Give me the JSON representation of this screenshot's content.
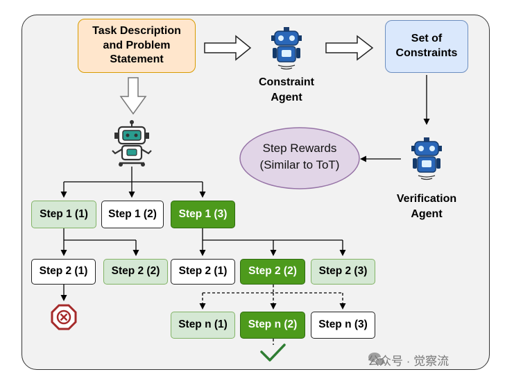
{
  "task_box": {
    "line1": "Task Description",
    "line2": "and Problem",
    "line3": "Statement"
  },
  "constraints_box": {
    "line1": "Set of",
    "line2": "Constraints"
  },
  "constraint_agent": {
    "line1": "Constraint",
    "line2": "Agent"
  },
  "verification_agent": {
    "line1": "Verification",
    "line2": "Agent"
  },
  "step_rewards": {
    "line1": "Step Rewards",
    "line2": "(Similar to ToT)"
  },
  "steps": {
    "s1_1": "Step 1 (1)",
    "s1_2": "Step 1 (2)",
    "s1_3": "Step 1 (3)",
    "s2_a1": "Step 2 (1)",
    "s2_a2": "Step 2 (2)",
    "s2_b1": "Step 2 (1)",
    "s2_b2": "Step 2 (2)",
    "s2_b3": "Step 2 (3)",
    "sn_1": "Step n (1)",
    "sn_2": "Step n (2)",
    "sn_3": "Step n (3)"
  },
  "watermark": "公众号 · 觉察流",
  "colors": {
    "task_fill": "#ffe6cc",
    "task_border": "#d79b00",
    "constraints_fill": "#dae8fc",
    "constraints_border": "#6c8ebf",
    "ellipse_fill": "#e1d5e7",
    "ellipse_border": "#9673a6",
    "selected_green": "#4d9a1c",
    "light_green": "#d5e8d4",
    "reject_red": "#a52a2a",
    "check_green": "#2e7d32"
  },
  "icons": [
    "robot-icon",
    "robot-icon",
    "robot-icon",
    "reject-icon",
    "check-icon",
    "wechat-icon"
  ]
}
